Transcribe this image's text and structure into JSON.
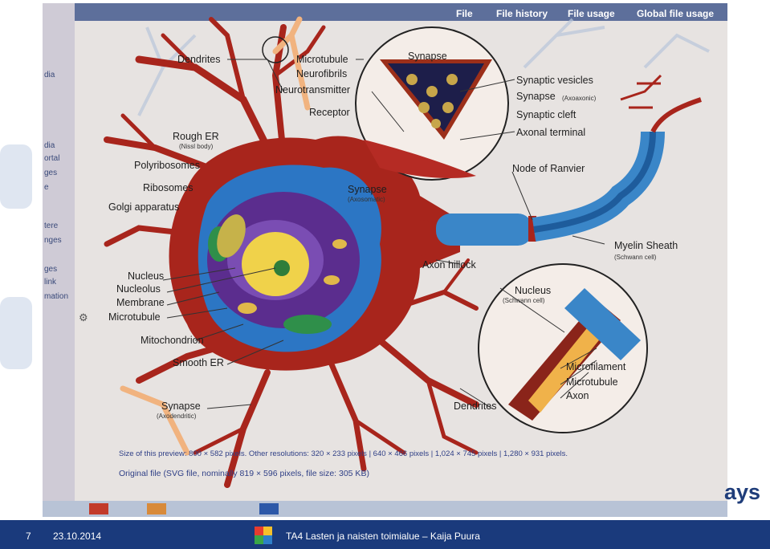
{
  "browser_tabs": [
    "File",
    "File history",
    "File usage",
    "Global file usage"
  ],
  "sidebar_fragments": [
    "dia",
    "dia",
    "ortal",
    "ges",
    "e",
    "tere",
    "nges",
    "ges",
    "link",
    "mation"
  ],
  "labels": {
    "dendrites_top": "Dendrites",
    "microtubule": "Microtubule",
    "neurofibrils": "Neurofibrils",
    "neurotransmitter": "Neurotransmitter",
    "receptor": "Receptor",
    "synapse_circle": "Synapse",
    "synaptic_vesicles": "Synaptic vesicles",
    "synapse_axoaxonic": "Synapse",
    "synapse_axoaxonic_sub": "(Axoaxonic)",
    "synaptic_cleft": "Synaptic cleft",
    "axonal_terminal": "Axonal terminal",
    "rough_er": "Rough ER",
    "rough_er_sub": "(Nissl body)",
    "polyribosomes": "Polyribosomes",
    "ribosomes": "Ribosomes",
    "golgi": "Golgi apparatus",
    "synapse_axosomatic": "Synapse",
    "synapse_axosomatic_sub": "(Axosomatic)",
    "node_of_ranvier": "Node of Ranvier",
    "myelin_sheath": "Myelin Sheath",
    "myelin_sheath_sub": "(Schwann cell)",
    "axon_hillock": "Axon hillock",
    "nucleus": "Nucleus",
    "nucleolus": "Nucleolus",
    "membrane": "Membrane",
    "microtubule_cell": "Microtubule",
    "mitochondrion": "Mitochondrion",
    "smooth_er": "Smooth ER",
    "synapse_axodendritic": "Synapse",
    "synapse_axodendritic_sub": "(Axodendritic)",
    "dendrites_bottom": "Dendrites",
    "nucleus_schwann": "Nucleus",
    "nucleus_schwann_sub": "(Schwann cell)",
    "microfilament": "Microfilament",
    "microtubule_axon": "Microtubule",
    "axon": "Axon"
  },
  "file_meta": {
    "preview_line": "Size of this preview: 800 × 582 pixels. Other resolutions: 320 × 233 pixels | 640 × 466 pixels | 1,024 × 745 pixels | 1,280 × 931 pixels.",
    "original_line": "Original file (SVG file, nominally 819 × 596 pixels, file size: 305 KB)"
  },
  "slide_brand_fragment": "ays",
  "footer": {
    "page_number": "7",
    "date": "23.10.2014",
    "title": "TA4  Lasten ja naisten toimialue – Kaija Puura"
  },
  "colors": {
    "footer_bg": "#1a3a7c",
    "neuron_red": "#a8251c",
    "myelin_blue": "#3a86c8",
    "nucleus_purple": "#5b2d8e"
  }
}
